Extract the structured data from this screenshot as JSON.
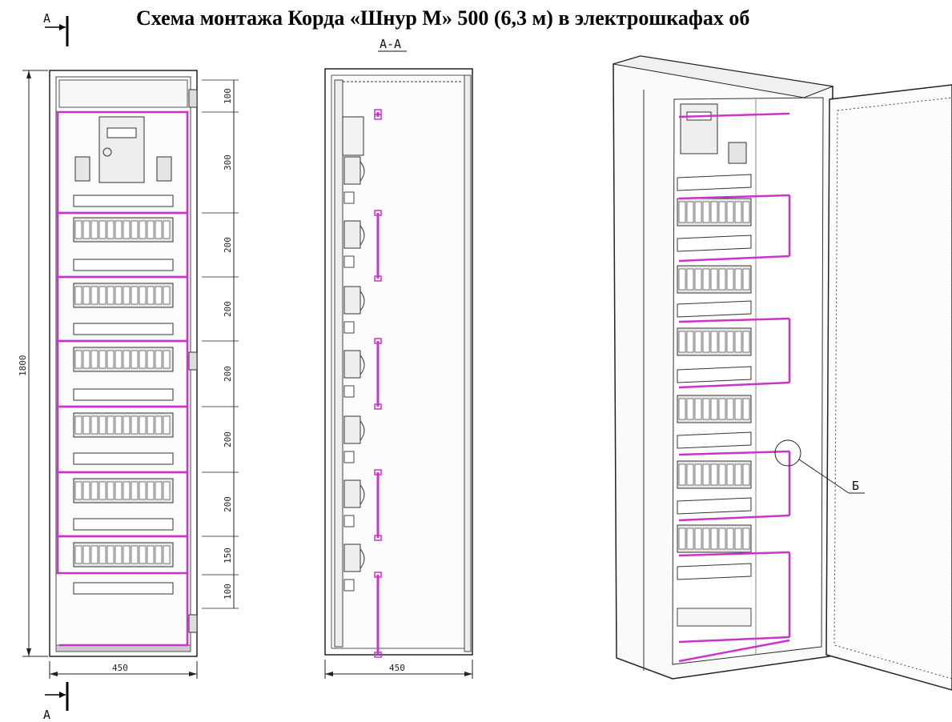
{
  "title": "Схема монтажа Корда «Шнур М» 500 (6,3 м) в электрошкафах об",
  "section_marks": {
    "top": "А",
    "bottom": "А",
    "section_title": "А-А"
  },
  "front_view": {
    "height_label": "1800",
    "width_label": "450",
    "segment_labels": [
      "100",
      "300",
      "200",
      "200",
      "200",
      "200",
      "200",
      "150",
      "100"
    ]
  },
  "side_view": {
    "width_label": "450"
  },
  "iso_view": {
    "callout_label": "Б"
  },
  "colors": {
    "cord": "#cc33cc",
    "line": "#222222",
    "panel_fill": "#f4f4f4"
  }
}
